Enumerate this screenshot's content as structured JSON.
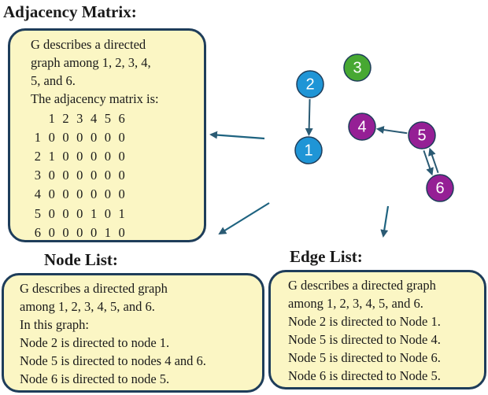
{
  "matrix_section": {
    "heading": "Adjacency Matrix:",
    "intro": [
      "G describes a directed",
      "graph among 1, 2, 3, 4,",
      "5, and 6.",
      "The adjacency matrix is:"
    ],
    "column_headers": [
      "1",
      "2",
      "3",
      "4",
      "5",
      "6"
    ],
    "rows": [
      {
        "label": "1",
        "cells": [
          "0",
          "0",
          "0",
          "0",
          "0",
          "0"
        ]
      },
      {
        "label": "2",
        "cells": [
          "1",
          "0",
          "0",
          "0",
          "0",
          "0"
        ]
      },
      {
        "label": "3",
        "cells": [
          "0",
          "0",
          "0",
          "0",
          "0",
          "0"
        ]
      },
      {
        "label": "4",
        "cells": [
          "0",
          "0",
          "0",
          "0",
          "0",
          "0"
        ]
      },
      {
        "label": "5",
        "cells": [
          "0",
          "0",
          "0",
          "1",
          "0",
          "1"
        ]
      },
      {
        "label": "6",
        "cells": [
          "0",
          "0",
          "0",
          "0",
          "1",
          "0"
        ]
      }
    ]
  },
  "node_list": {
    "heading": "Node List:",
    "lines": [
      "G describes a directed graph",
      "among 1, 2, 3, 4, 5, and 6.",
      "In this graph:",
      "Node 2 is directed to node 1.",
      "Node 5 is directed to nodes 4 and 6.",
      "Node 6 is directed to node 5."
    ]
  },
  "edge_list": {
    "heading": "Edge List:",
    "lines": [
      "G describes a directed graph",
      "among 1, 2, 3, 4, 5, and 6.",
      "Node 2 is directed to Node 1.",
      "Node 5 is directed to Node 4.",
      "Node 5 is directed to Node 6.",
      "Node 6 is directed to Node 5."
    ]
  },
  "graph": {
    "nodes": [
      {
        "label": "1",
        "color": "#1f95d6"
      },
      {
        "label": "2",
        "color": "#1f95d6"
      },
      {
        "label": "3",
        "color": "#47a832"
      },
      {
        "label": "4",
        "color": "#951f95"
      },
      {
        "label": "5",
        "color": "#951f95"
      },
      {
        "label": "6",
        "color": "#951f95"
      }
    ],
    "edges": [
      {
        "from": "2",
        "to": "1"
      },
      {
        "from": "5",
        "to": "4"
      },
      {
        "from": "5",
        "to": "6"
      },
      {
        "from": "6",
        "to": "5"
      }
    ]
  },
  "colors": {
    "panel_fill": "#fbf6c4",
    "panel_border": "#1e3d5a",
    "edge_color": "#2a5a73",
    "pointer_arrow_color": "#1e6380"
  }
}
